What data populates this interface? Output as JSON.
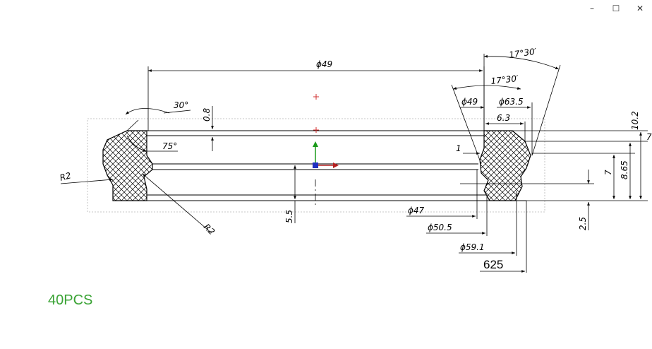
{
  "window": {
    "minimize_icon": "minimize-icon",
    "maximize_icon": "maximize-icon",
    "close_icon": "close-icon"
  },
  "drawing": {
    "quantity_note": "40PCS",
    "colors": {
      "note": "#3aa335",
      "line": "#000000",
      "boundary": "#b5b5b5",
      "marker": "#d03030",
      "axis_y": "#1a9a1a",
      "axis_x": "#b52020",
      "origin": "#2030c0"
    },
    "dimensions": {
      "dia_49_top": "ϕ49",
      "angle_17_30_outer": "17°30′",
      "angle_17_30_inner": "17°30′",
      "dia_49_right": "ϕ49",
      "dia_63_5": "ϕ63.5",
      "width_6_3": "6.3",
      "height_10_2": "10.2",
      "height_8_65": "8.65",
      "height_7": "7",
      "height_2_5": "2.5",
      "gap_1": "1",
      "dia_47": "ϕ47",
      "dia_50_5": "ϕ50.5",
      "dia_59_1": "ϕ59.1",
      "dia_62_5": "625",
      "height_5_5": "5.5",
      "angle_30": "30°",
      "angle_75": "75°",
      "lip_0_8": "0.8",
      "radius_left": "R2",
      "radius_bottom": "R2",
      "edge_7": "7"
    }
  }
}
